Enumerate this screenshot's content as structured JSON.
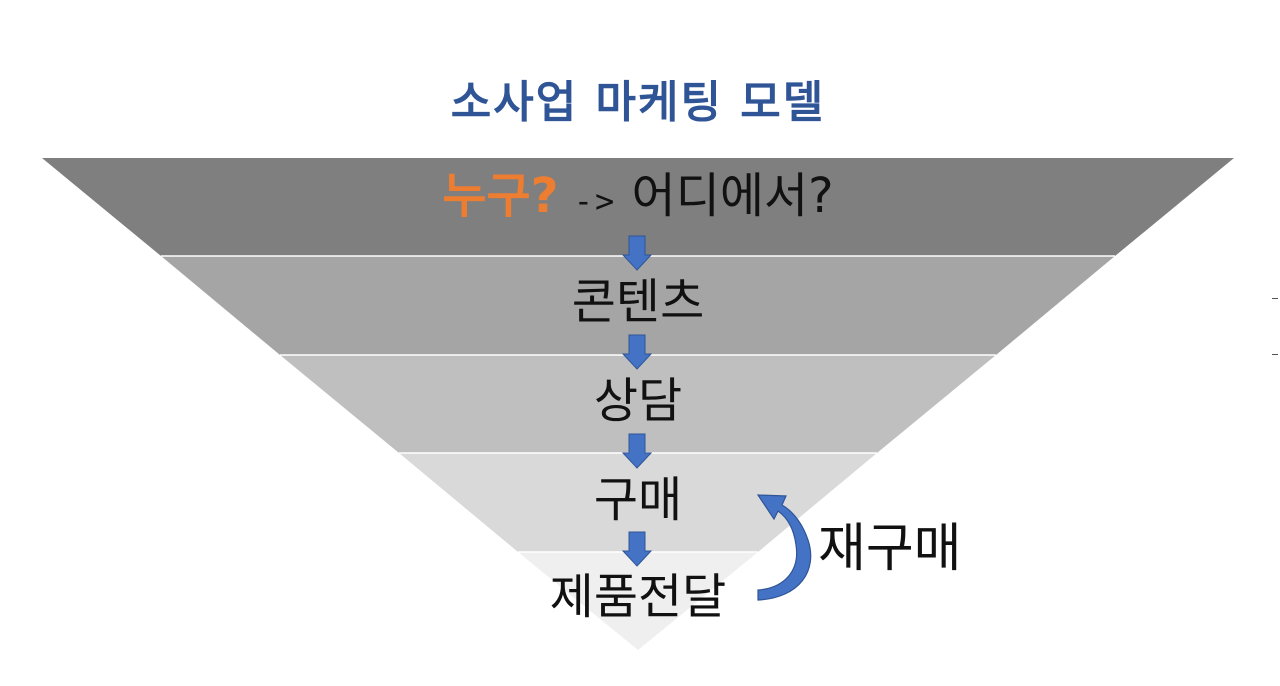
{
  "title": "소사업 마케팅 모델",
  "colors": {
    "title": "#2f5597",
    "accent": "#ed7d31",
    "arrow": "#4472c4",
    "arrow_dark": "#2f5597",
    "stages": [
      "#7f7f7f",
      "#a5a5a5",
      "#bfbfbf",
      "#d9d9d9",
      "#efefef"
    ]
  },
  "stages": [
    {
      "who": "누구?",
      "arrow_text": "->",
      "where": "어디에서?"
    },
    {
      "label": "콘텐츠"
    },
    {
      "label": "상담"
    },
    {
      "label": "구매"
    },
    {
      "label": "제품전달"
    }
  ],
  "loop_label": "재구매",
  "icons": [
    "down-arrow-icon",
    "curved-loop-arrow-icon"
  ]
}
